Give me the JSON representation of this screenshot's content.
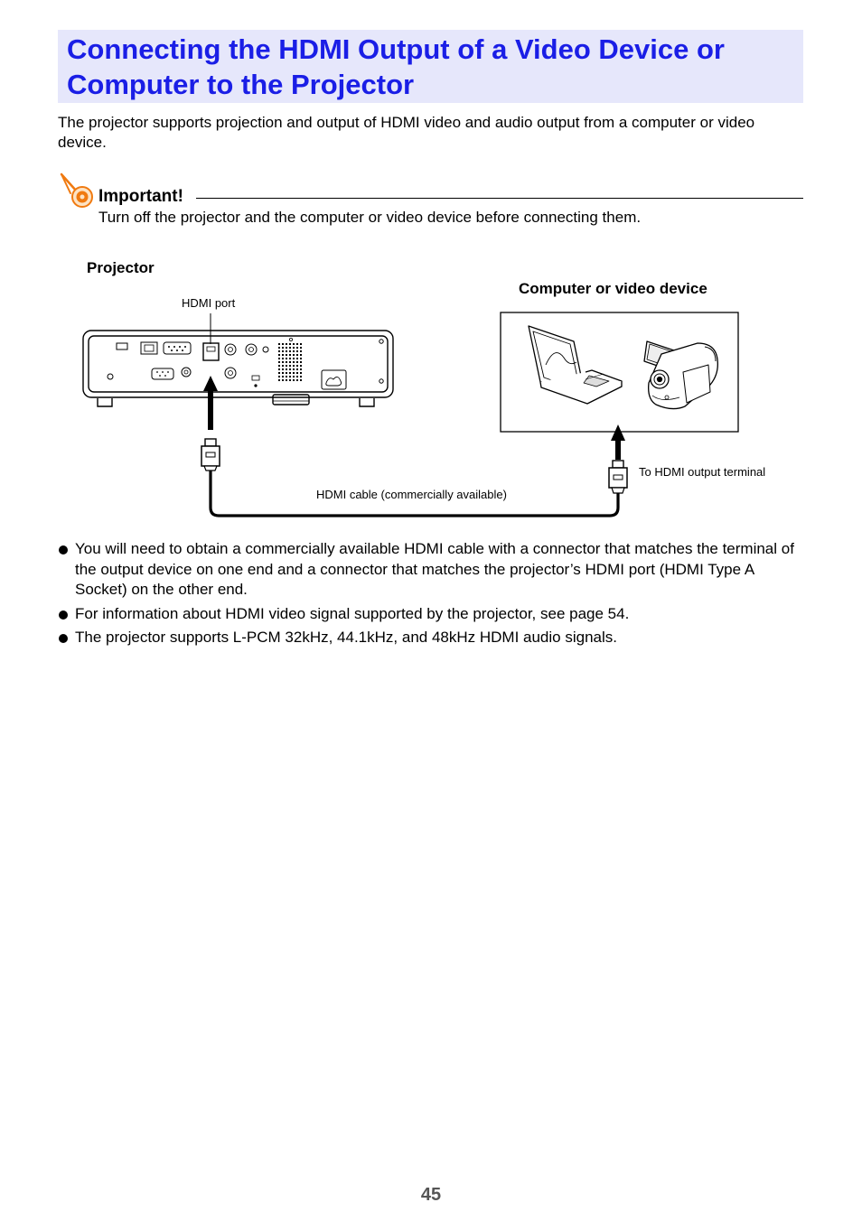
{
  "title": "Connecting the HDMI Output of a Video Device or Computer to the Projector",
  "intro": "The projector supports projection and output of HDMI video and audio output from a computer or video device.",
  "important": {
    "heading": "Important!",
    "text": "Turn off the projector and the computer or video device before connecting them."
  },
  "diagram": {
    "projector_label": "Projector",
    "hdmi_port_label": "HDMI port",
    "device_label": "Computer or video device",
    "cable_label": "HDMI cable (commercially available)",
    "terminal_label": "To HDMI output terminal"
  },
  "bullets": [
    "You will need to obtain a commercially available HDMI cable with a connector that matches the terminal of the output device on one end and a connector that matches the projector’s HDMI port (HDMI Type A Socket) on the other end.",
    "For information about HDMI video signal supported by the projector, see page 54.",
    "The projector supports L-PCM 32kHz, 44.1kHz, and 48kHz HDMI audio signals."
  ],
  "page_number": "45",
  "colors": {
    "title_text": "#1a1ee6",
    "title_background": "#e6e7fb",
    "important_icon": "#f07a10"
  }
}
